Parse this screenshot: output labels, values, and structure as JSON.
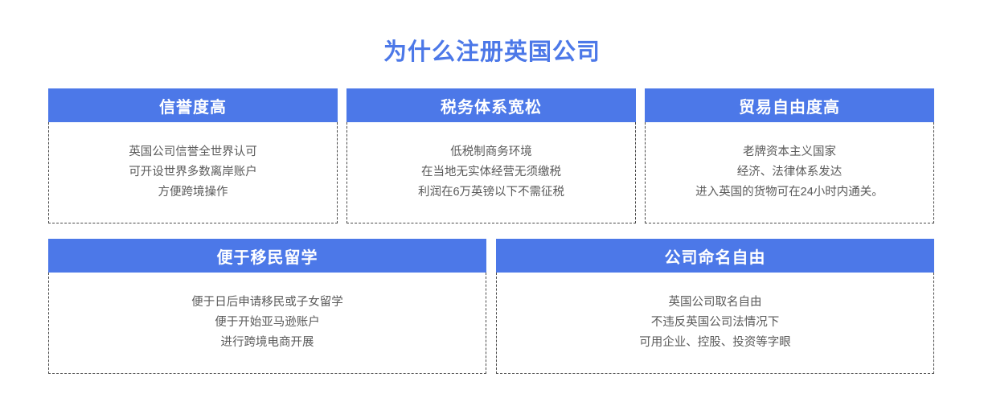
{
  "page": {
    "title": "为什么注册英国公司",
    "title_color": "#4c78e8",
    "background": "#ffffff",
    "accent_color": "#4c78e8",
    "body_text_color": "#5a5a5a",
    "border_style": "dashed #4a4a4a"
  },
  "cards": [
    {
      "id": "reputation",
      "header": "信誉度高",
      "lines": [
        "英国公司信誉全世界认可",
        "可开设世界多数离岸账户",
        "方便跨境操作"
      ]
    },
    {
      "id": "tax-system",
      "header": "税务体系宽松",
      "lines": [
        "低税制商务环境",
        "在当地无实体经营无须缴税",
        "利润在6万英镑以下不需征税"
      ]
    },
    {
      "id": "trade-freedom",
      "header": "贸易自由度高",
      "lines": [
        "老牌资本主义国家",
        "经济、法律体系发达",
        "进入英国的货物可在24小时内通关。"
      ]
    },
    {
      "id": "immigration-study",
      "header": "便于移民留学",
      "lines": [
        "便于日后申请移民或子女留学",
        "便于开始亚马逊账户",
        "进行跨境电商开展"
      ]
    },
    {
      "id": "naming-freedom",
      "header": "公司命名自由",
      "lines": [
        "英国公司取名自由",
        "不违反英国公司法情况下",
        "可用企业、控股、投资等字眼"
      ]
    }
  ]
}
